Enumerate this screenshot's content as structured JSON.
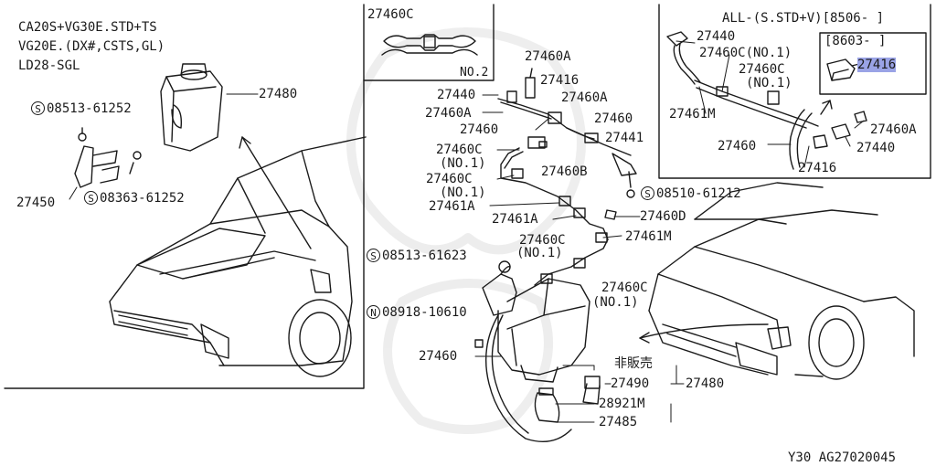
{
  "inset_top_left": {
    "lines": [
      "CA20S+VG30E.STD+TS",
      "VG20E.(DX#,CSTS,GL)",
      "LD28-SGL"
    ]
  },
  "inset_top_center": {
    "part": "27460C",
    "note": "NO.2"
  },
  "inset_top_right": {
    "header": "ALL-(S.STD+V)[8506- ]",
    "sub_header": "[8603-  ]",
    "sub_part": "27416",
    "labels": [
      "27440",
      "27460C(NO.1)",
      "27460C",
      "(NO.1)",
      "27461M",
      "27460A",
      "27460",
      "27440",
      "27416"
    ]
  },
  "labels": {
    "l27440": "27440",
    "l27460A_1": "27460A",
    "l27416": "27416",
    "l27460A_2": "27460A",
    "l27460_a": "27460",
    "l27460_b": "27460",
    "l27441": "27441",
    "l27460C_1": "27460C",
    "l27460C_1n": "(NO.1)",
    "l27460B": "27460B",
    "l27460C_2": "27460C",
    "l27460C_2n": "(NO.1)",
    "l27461A_1": "27461A",
    "l27461A_2": "27461A",
    "l27460D": "27460D",
    "l27461M": "27461M",
    "l27460C_3": "27460C",
    "l27460C_3n": "(NO.1)",
    "l27460C_4": "27460C",
    "l27460C_4n": "(NO.1)",
    "l27460_c": "27460",
    "l27480_main": "27480",
    "l27490": "27490",
    "l28921M": "28921M",
    "l27485": "27485",
    "not_for_sale": "非販売",
    "l27480_left": "27480",
    "l27450": "27450"
  },
  "bolts": {
    "b1": {
      "prefix": "S",
      "code": "08513-61252"
    },
    "b2": {
      "prefix": "S",
      "code": "08363-61252"
    },
    "b3": {
      "prefix": "S",
      "code": "08510-61212"
    },
    "b4": {
      "prefix": "S",
      "code": "08513-61623"
    },
    "b5": {
      "prefix": "N",
      "code": "08918-10610"
    }
  },
  "footer": {
    "code": "Y30  AG27020045"
  },
  "colors": {
    "line": "#1a1a1a",
    "highlight": "#9aa3e6",
    "watermark": "#ececec"
  }
}
